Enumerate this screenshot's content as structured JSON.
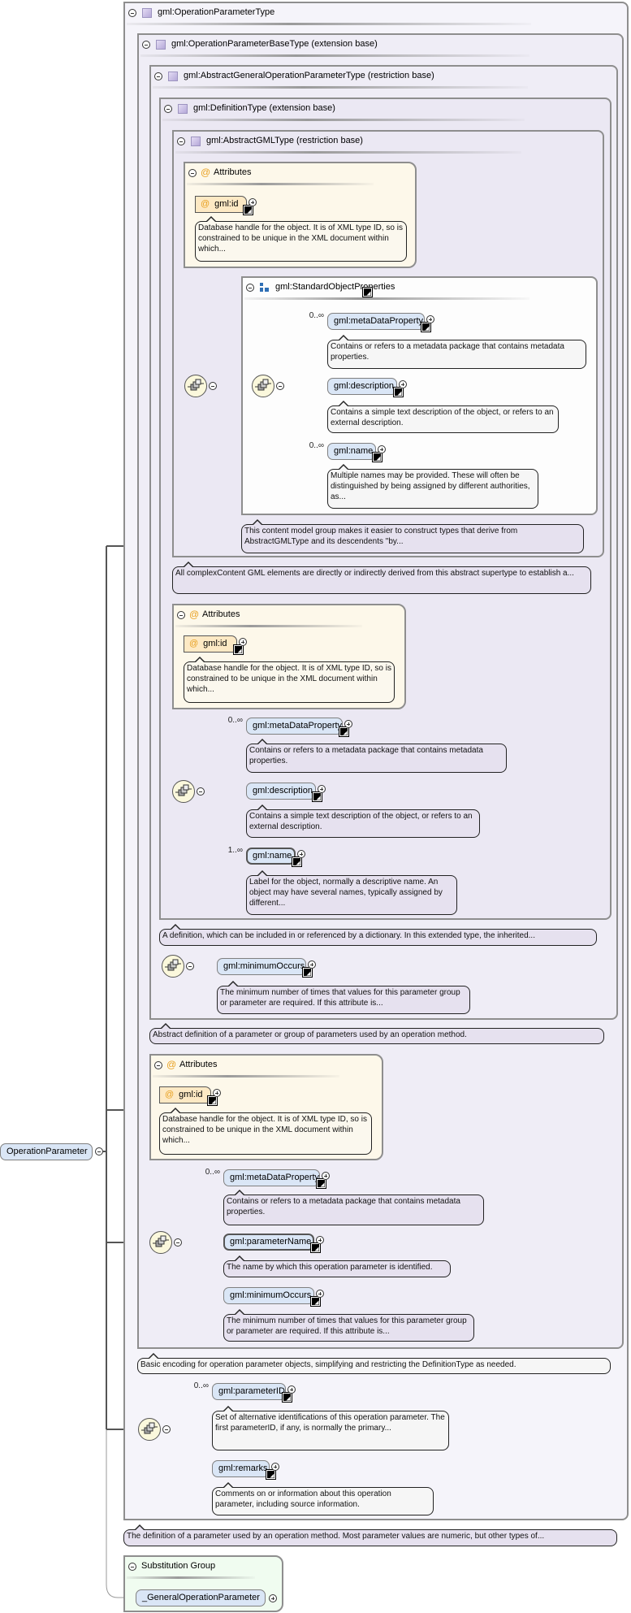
{
  "root": {
    "name": "OperationParameter"
  },
  "type_boxes": [
    {
      "title": "gml:OperationParameterType"
    },
    {
      "title": "gml:OperationParameterBaseType (extension base)"
    },
    {
      "title": "gml:AbstractGeneralOperationParameterType (restriction base)"
    },
    {
      "title": "gml:DefinitionType (extension base)"
    },
    {
      "title": "gml:AbstractGMLType (restriction base)"
    },
    {
      "title": "gml:StandardObjectProperties"
    }
  ],
  "attribute_groups": [
    {
      "title": "Attributes"
    },
    {
      "title": "Attributes"
    },
    {
      "title": "Attributes"
    }
  ],
  "attributes": [
    {
      "name": "gml:id"
    },
    {
      "name": "gml:id"
    },
    {
      "name": "gml:id"
    }
  ],
  "elements": [
    {
      "name": "gml:metaDataProperty",
      "occurs": "0..∞"
    },
    {
      "name": "gml:description"
    },
    {
      "name": "gml:name",
      "occurs": "0..∞"
    },
    {
      "name": "gml:metaDataProperty",
      "occurs": "0..∞"
    },
    {
      "name": "gml:description"
    },
    {
      "name": "gml:name",
      "occurs": "1..∞"
    },
    {
      "name": "gml:minimumOccurs"
    },
    {
      "name": "gml:metaDataProperty",
      "occurs": "0..∞"
    },
    {
      "name": "gml:parameterName"
    },
    {
      "name": "gml:minimumOccurs"
    },
    {
      "name": "gml:parameterID",
      "occurs": "0..∞"
    },
    {
      "name": "gml:remarks"
    },
    {
      "name": "_GeneralOperationParameter"
    }
  ],
  "descriptions": [
    "Database handle for the object. It is of XML type ID, so is constrained to be unique in the XML document within which...",
    "Contains or refers to a metadata package that contains metadata properties.",
    "Contains a simple text description of the object, or refers to an external description.",
    "Multiple names may be provided. These will often be distinguished by being assigned by different authorities, as...",
    "This content model group makes it easier to construct types that derive from AbstractGMLType and its descendents \"by...",
    "All complexContent GML elements are directly or indirectly derived from this abstract supertype to establish a...",
    "Database handle for the object. It is of XML type ID, so is constrained to be unique in the XML document within which...",
    "Contains or refers to a metadata package that contains metadata properties.",
    "Contains a simple text description of the object, or refers to an external description.",
    "Label for the object, normally a descriptive name. An object may have several names, typically assigned by different...",
    "A definition, which can be included in or referenced by a dictionary. In this extended type, the inherited...",
    "The minimum number of times that values for this parameter group or parameter are required. If this attribute is...",
    "Abstract definition of a parameter or group of parameters used by an operation method.",
    "Database handle for the object. It is of XML type ID, so is constrained to be unique in the XML document within which...",
    "Contains or refers to a metadata package that contains metadata properties.",
    "The name by which this operation parameter is identified.",
    "The minimum number of times that values for this parameter group or parameter are required. If this attribute is...",
    "Basic encoding for operation parameter objects, simplifying and restricting the DefinitionType as needed.",
    "Set of alternative identifications of this operation parameter. The first parameterID, if any, is normally the primary...",
    "Comments on or information about this operation parameter, including source information.",
    "The definition of a parameter used by an operation method. Most parameter values are numeric, but other types of..."
  ],
  "substitution_group": {
    "title": "Substitution Group"
  },
  "colors": {
    "element": "#dae6f6",
    "attribute": "#fde9c4",
    "description": "#e6e1ef",
    "compositor": "#fbf8dc",
    "attributes_box": "#fdf8ea",
    "substitution_box": "#f0fcf0"
  }
}
